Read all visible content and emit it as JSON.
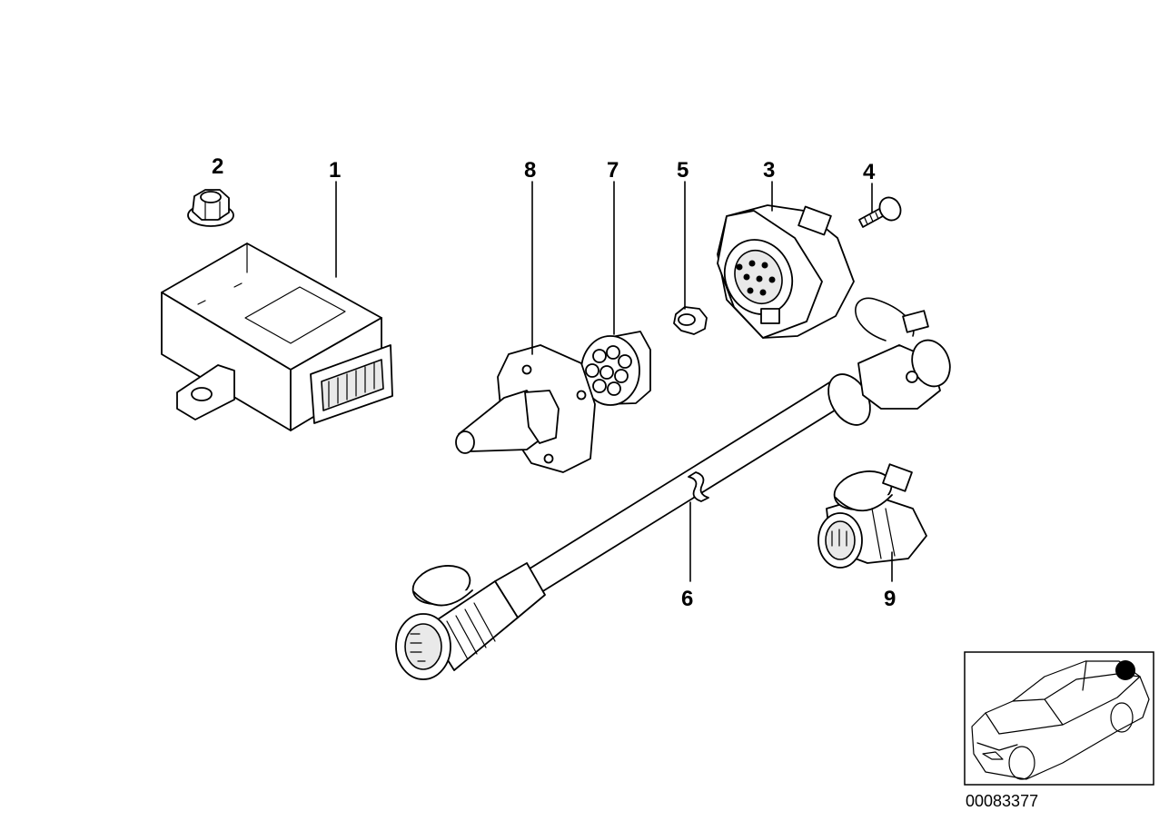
{
  "diagram": {
    "callouts": [
      {
        "id": "1",
        "label": "1"
      },
      {
        "id": "2",
        "label": "2"
      },
      {
        "id": "3",
        "label": "3"
      },
      {
        "id": "4",
        "label": "4"
      },
      {
        "id": "5",
        "label": "5"
      },
      {
        "id": "6",
        "label": "6"
      },
      {
        "id": "7",
        "label": "7"
      },
      {
        "id": "8",
        "label": "8"
      },
      {
        "id": "9",
        "label": "9"
      }
    ],
    "reference_number": "00083377",
    "colors": {
      "line": "#000000",
      "background": "#ffffff",
      "shade": "#e9e9e9"
    }
  }
}
